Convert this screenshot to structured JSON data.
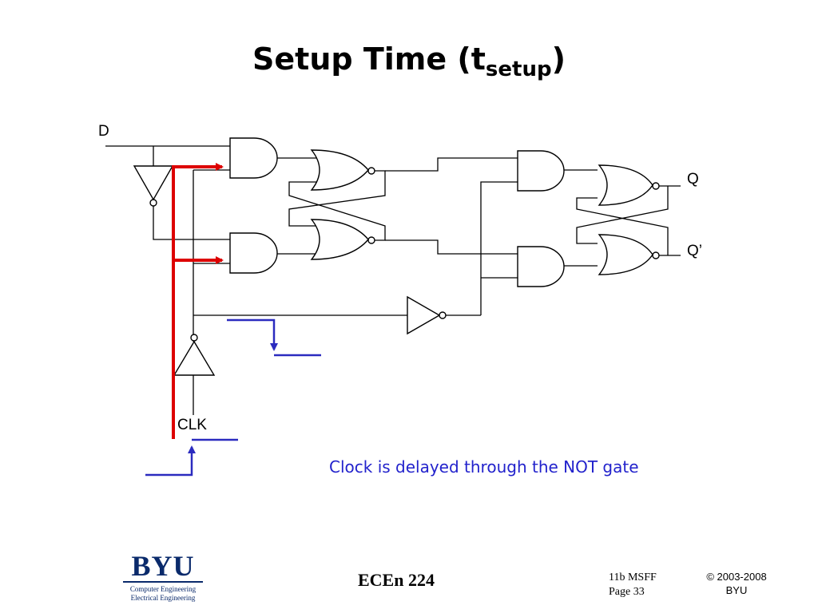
{
  "title": {
    "main": "Setup Time (t",
    "subscript": "setup",
    "close": ")"
  },
  "diagram": {
    "labels": {
      "d": "D",
      "clk": "CLK",
      "q": "Q",
      "q_bar": "Q’"
    }
  },
  "caption": "Clock is delayed through the NOT gate",
  "footer": {
    "logo": {
      "word": "BYU",
      "line1": "Computer Engineering",
      "line2": "Electrical Engineering"
    },
    "course": "ECEn 224",
    "module": "11b MSFF",
    "page": "Page 33",
    "copyright_years": "© 2003-2008",
    "copyright_holder": "BYU"
  },
  "colors": {
    "wire": "#000000",
    "highlight": "#dd0000",
    "waveform": "#2b2bbf",
    "caption": "#2222cc"
  }
}
